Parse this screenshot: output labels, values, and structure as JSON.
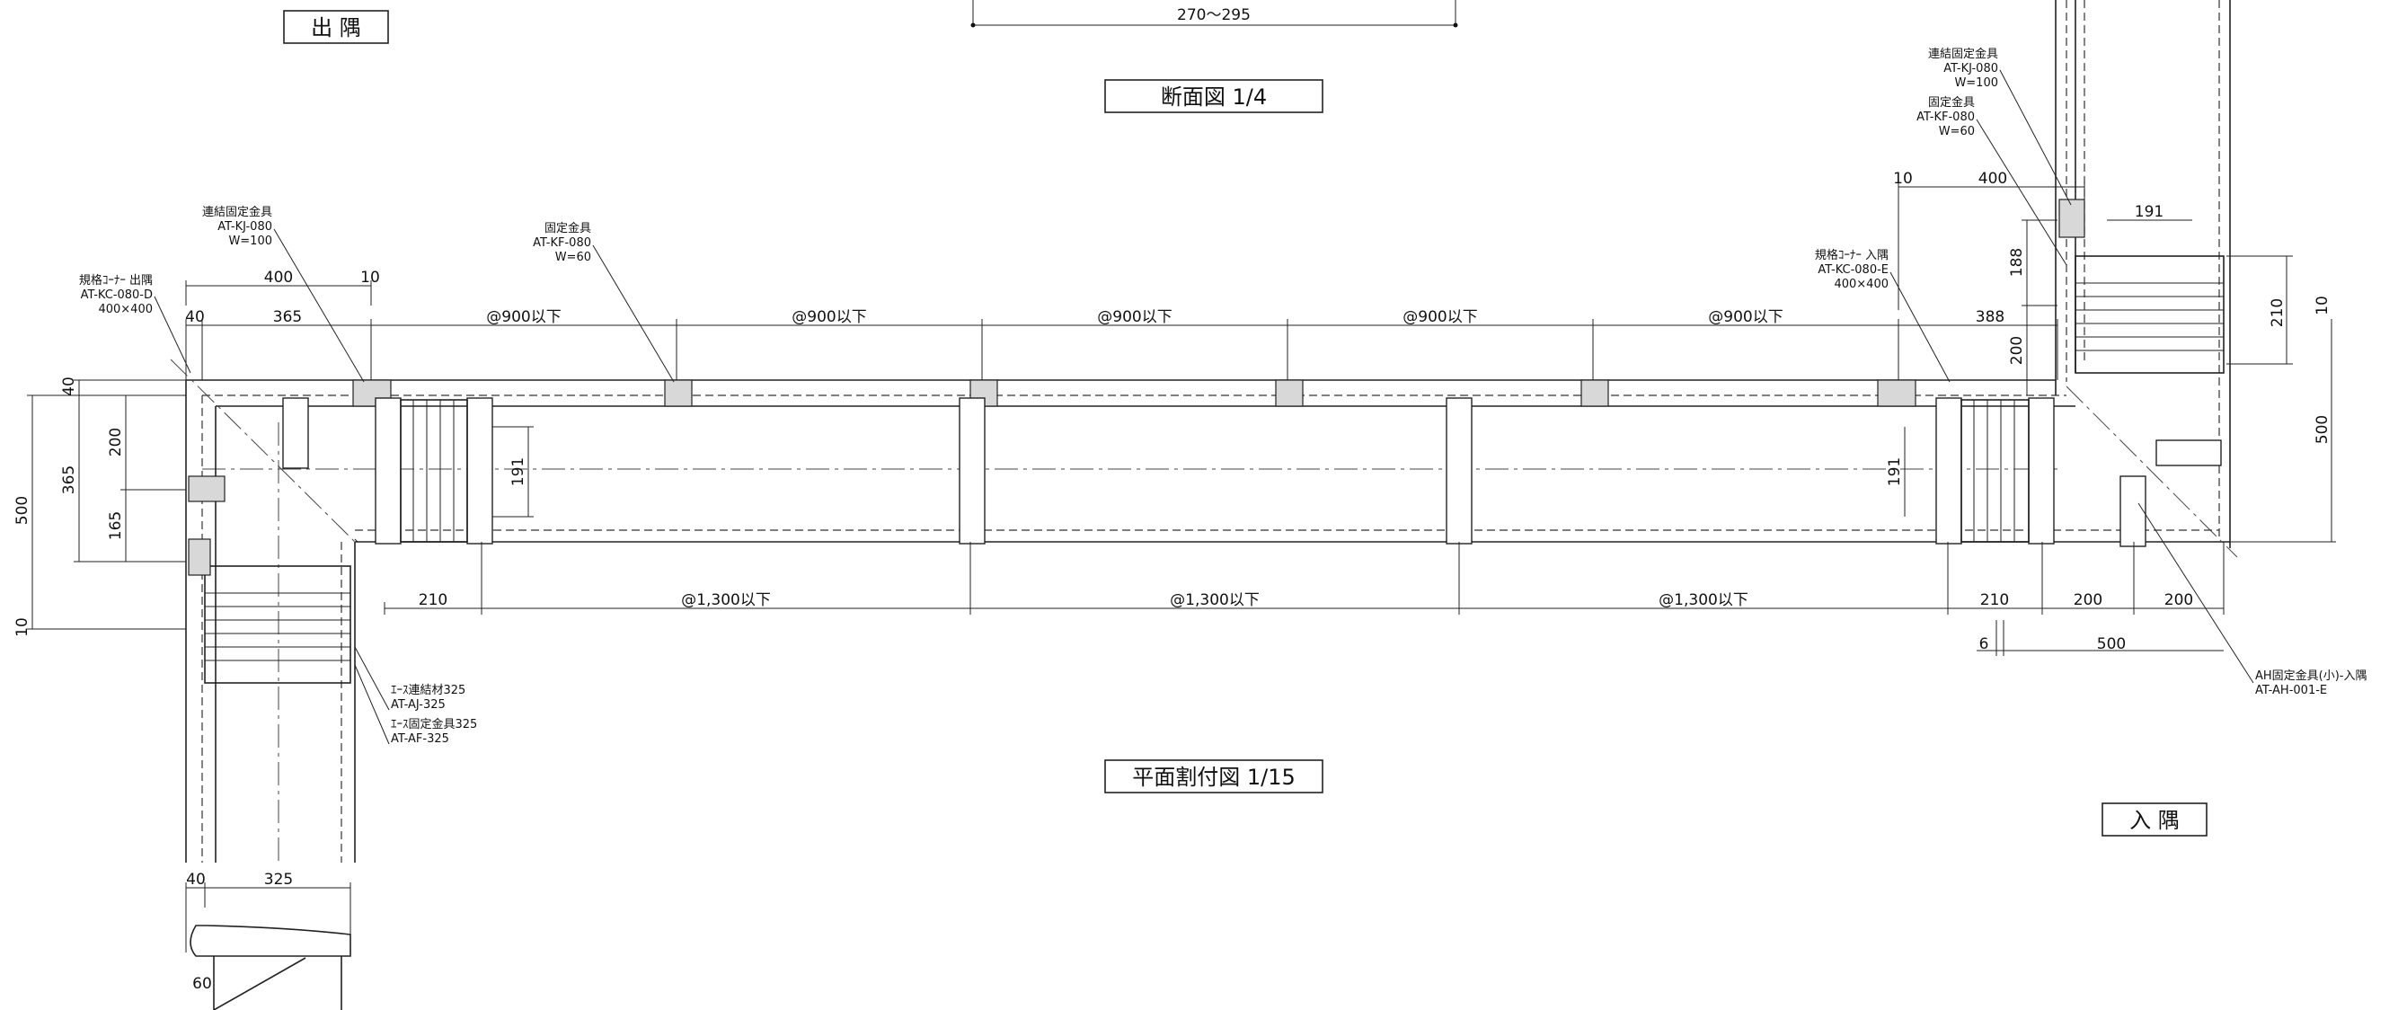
{
  "titles": {
    "outer_corner": "出 隅",
    "inner_corner": "入 隅",
    "section": "断面図 1/4",
    "plan": "平面割付図 1/15"
  },
  "top_dims": {
    "top_range": "270～295",
    "d40a": "40",
    "d365a": "365",
    "pitch1": "@900以下",
    "pitch2": "@900以下",
    "pitch3": "@900以下",
    "pitch4": "@900以下",
    "pitch5": "@900以下",
    "d388": "388",
    "d400a": "400",
    "d10a": "10",
    "d10b": "10",
    "d400b": "400",
    "d191top": "191"
  },
  "bottom_dims": {
    "d210a": "210",
    "pitchA": "@1,300以下",
    "pitchB": "@1,300以下",
    "pitchC": "@1,300以下",
    "d210b": "210",
    "d200a": "200",
    "d200b": "200",
    "d6": "6",
    "d500b": "500"
  },
  "left_dims": {
    "d40": "40",
    "d200": "200",
    "d365": "365",
    "d165": "165",
    "d500": "500",
    "d10": "10",
    "d191": "191"
  },
  "right_dims": {
    "d188": "188",
    "d200": "200",
    "d210": "210",
    "d10": "10",
    "d500": "500",
    "d191mid": "191"
  },
  "section_dims": {
    "d40": "40",
    "d325": "325",
    "d60": "60"
  },
  "notes": {
    "corner_out": [
      "規格ｺｰﾅｰ 出隅",
      "AT-KC-080-D",
      "400×400"
    ],
    "joint_left": [
      "連結固定金具",
      "AT-KJ-080",
      "W=100"
    ],
    "fix_left": [
      "固定金具",
      "AT-KF-080",
      "W=60"
    ],
    "corner_in": [
      "規格ｺｰﾅｰ 入隅",
      "AT-KC-080-E",
      "400×400"
    ],
    "joint_right": [
      "連結固定金具",
      "AT-KJ-080",
      "W=100"
    ],
    "fix_right": [
      "固定金具",
      "AT-KF-080",
      "W=60"
    ],
    "ace_joint": [
      "ｴｰｽ連結材325",
      "AT-AJ-325"
    ],
    "ace_fix": [
      "ｴｰｽ固定金具325",
      "AT-AF-325"
    ],
    "ah_fix": [
      "AH固定金具(小)-入隅",
      "AT-AH-001-E"
    ]
  }
}
